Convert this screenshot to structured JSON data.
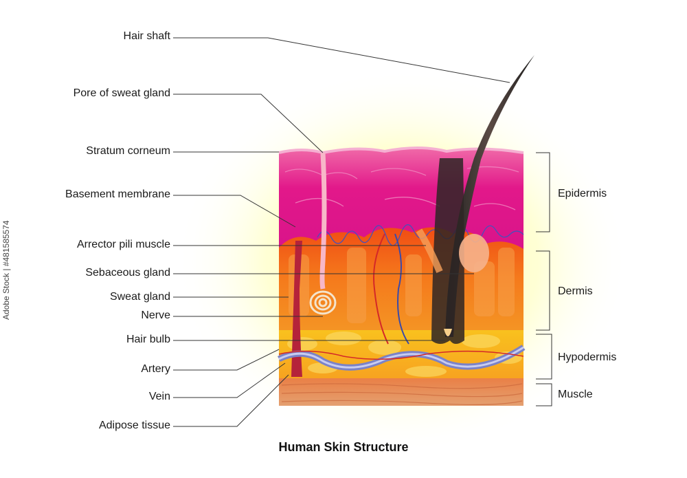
{
  "title": "Human Skin Structure",
  "credit": "Adobe Stock | #481585574",
  "labels": {
    "hair_shaft": "Hair shaft",
    "pore": "Pore of sweat gland",
    "stratum_corneum": "Stratum corneum",
    "basement_membrane": "Basement membrane",
    "arrector": "Arrector pili muscle",
    "sebaceous": "Sebaceous gland",
    "sweat_gland": "Sweat gland",
    "nerve": "Nerve",
    "hair_bulb": "Hair bulb",
    "artery": "Artery",
    "vein": "Vein",
    "adipose": "Adipose tissue"
  },
  "layers": {
    "epidermis": "Epidermis",
    "dermis": "Dermis",
    "hypodermis": "Hypodermis",
    "muscle": "Muscle"
  },
  "colors": {
    "epidermis": "#e8208c",
    "dermis": "#f26a1b",
    "hypodermis": "#f7b81c",
    "muscle": "#e98a4e",
    "hair": "#2b2b2b",
    "vein": "#3b4aa8",
    "artery": "#d42828",
    "glow": "#ffff9a"
  }
}
